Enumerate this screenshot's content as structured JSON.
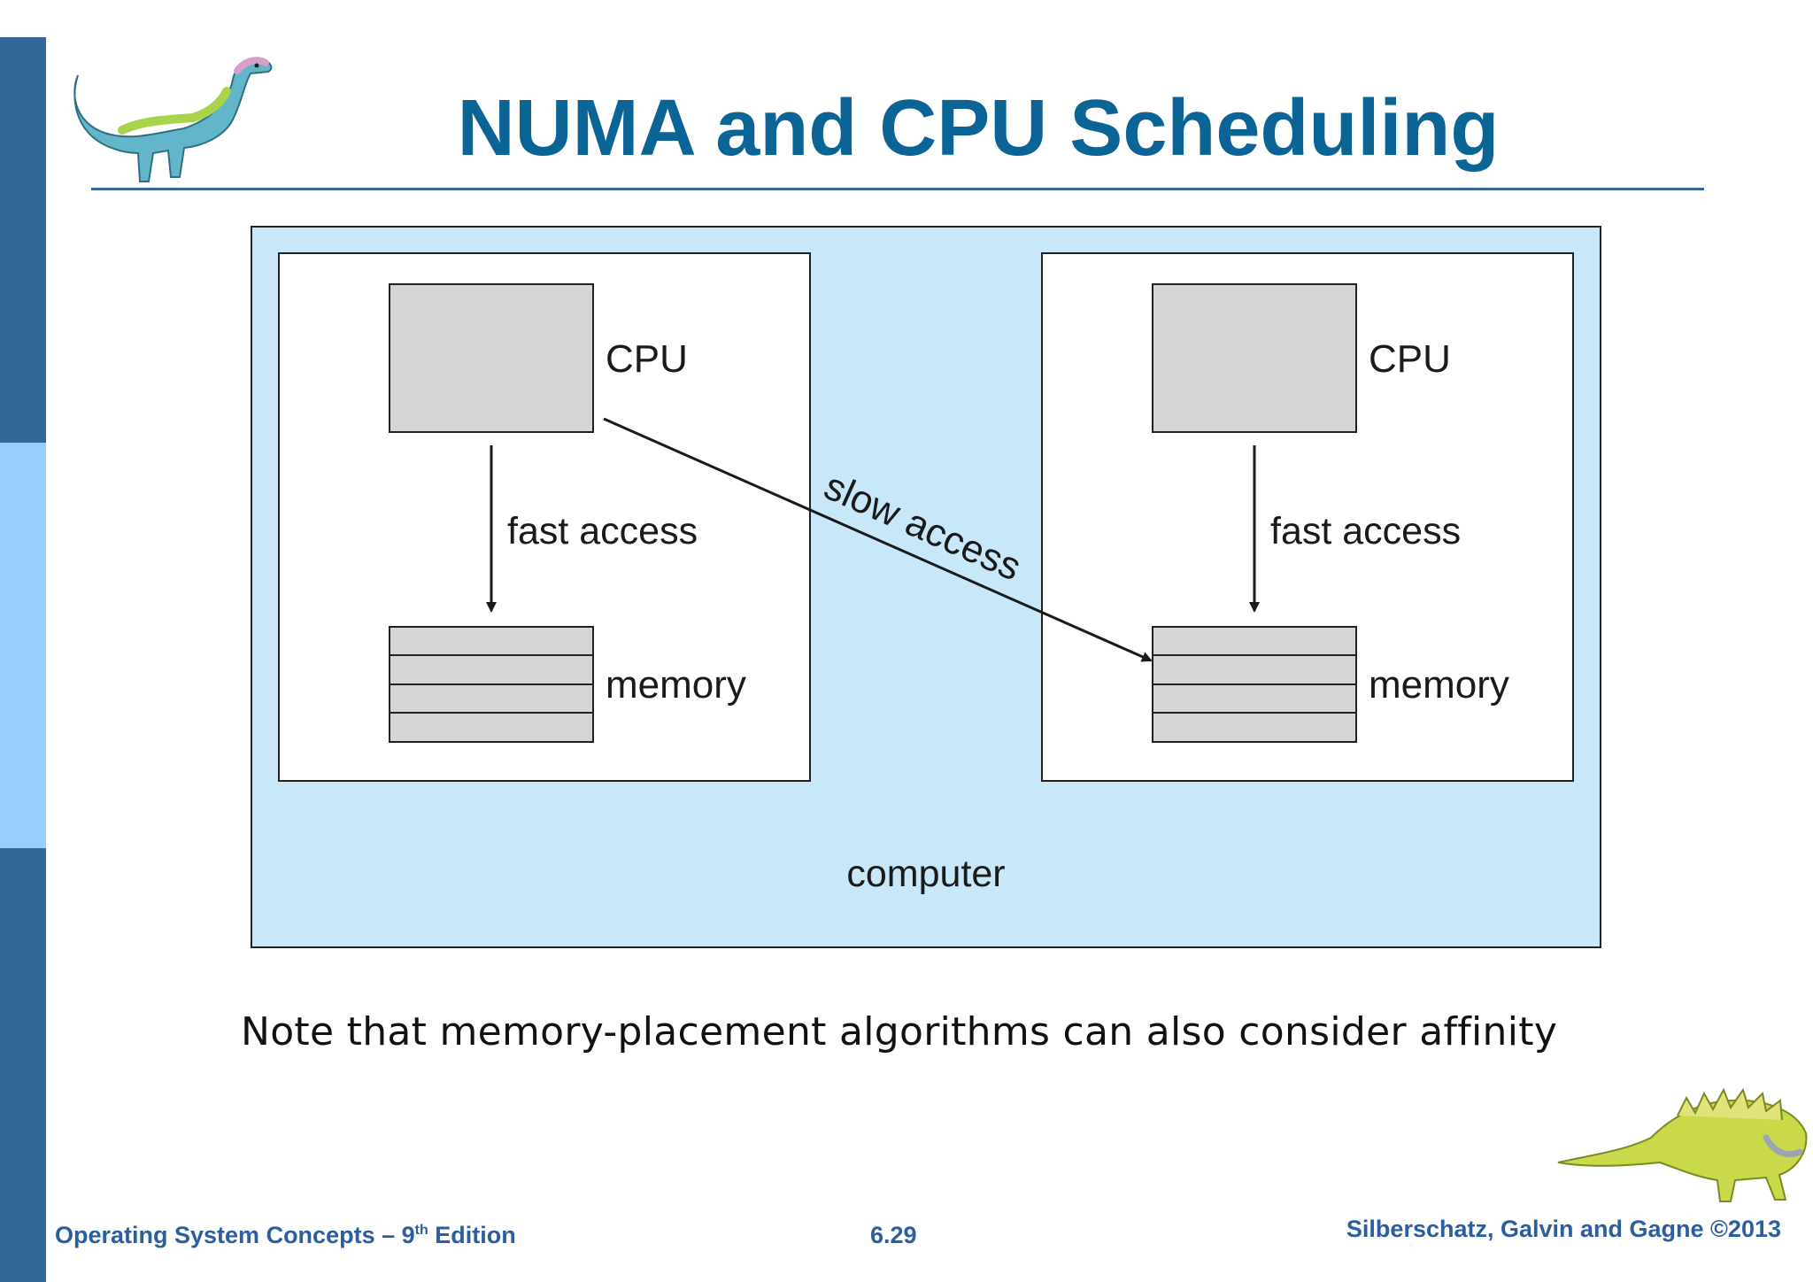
{
  "slide": {
    "title": "NUMA and CPU Scheduling",
    "note": "Note that memory-placement algorithms can also consider affinity"
  },
  "diagram": {
    "container_label": "computer",
    "left_node": {
      "cpu_label": "CPU",
      "access_label": "fast access",
      "memory_label": "memory"
    },
    "right_node": {
      "cpu_label": "CPU",
      "access_label": "fast access",
      "memory_label": "memory"
    },
    "cross_access_label": "slow access"
  },
  "footer": {
    "left_prefix": "Operating System Concepts – 9",
    "left_sup": "th",
    "left_suffix": " Edition",
    "center": "6.29",
    "right": "Silberschatz, Galvin and Gagne ©2013"
  },
  "colors": {
    "title": "#0a6496",
    "sidebar_dark": "#336699",
    "sidebar_light": "#99ccff",
    "computer_fill": "#c8e8fa",
    "component_fill": "#d4d5d7",
    "footer_text": "#2a5e9e"
  },
  "icons": [
    "dinosaur-top-icon",
    "dinosaur-bottom-icon"
  ]
}
